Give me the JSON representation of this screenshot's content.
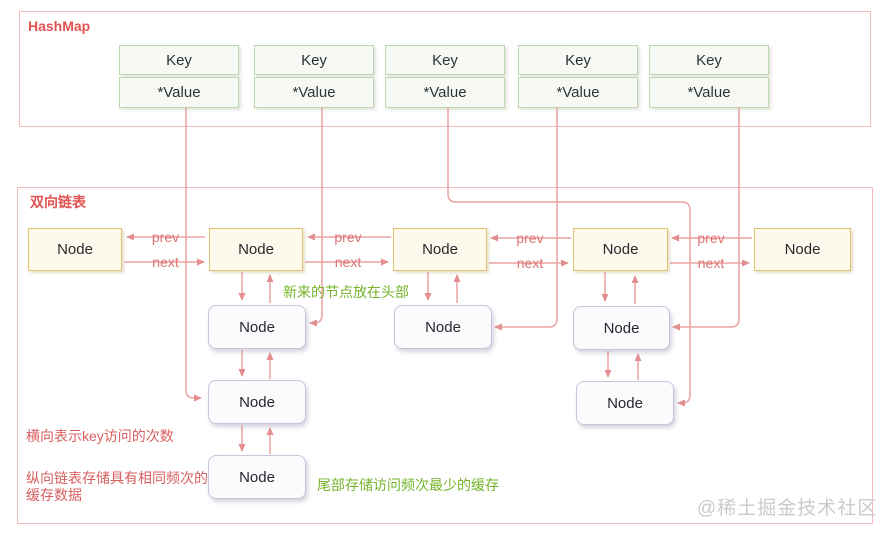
{
  "hashmap": {
    "title": "HashMap",
    "entries": [
      {
        "key": "Key",
        "value": "*Value"
      },
      {
        "key": "Key",
        "value": "*Value"
      },
      {
        "key": "Key",
        "value": "*Value"
      },
      {
        "key": "Key",
        "value": "*Value"
      },
      {
        "key": "Key",
        "value": "*Value"
      }
    ]
  },
  "linked_list": {
    "title": "双向链表",
    "edge_labels": {
      "prev": "prev",
      "next": "next"
    },
    "row_nodes": [
      {
        "label": "Node"
      },
      {
        "label": "Node"
      },
      {
        "label": "Node"
      },
      {
        "label": "Node"
      },
      {
        "label": "Node"
      }
    ],
    "chains": {
      "under_node_2": [
        {
          "label": "Node"
        },
        {
          "label": "Node"
        },
        {
          "label": "Node"
        }
      ],
      "under_node_3": [
        {
          "label": "Node"
        }
      ],
      "under_node_4": [
        {
          "label": "Node"
        },
        {
          "label": "Node"
        }
      ]
    }
  },
  "annotations": {
    "head_note": "新来的节点放在头部",
    "tail_note": "尾部存储访问频次最少的缓存",
    "horizontal_note": "横向表示key访问的次数",
    "vertical_note": "纵向链表存储具有相同频次的缓存数据"
  },
  "watermark": "@稀土掘金技术社区",
  "colors": {
    "container_border": "#f3b9b9",
    "title_red": "#e25353",
    "hash_cell_border": "#bcd9ad",
    "hash_cell_fill": "#f7faf4",
    "row_node_border": "#e2c36d",
    "row_node_fill": "#fdf9ec",
    "chain_node_border": "#c9c4da",
    "chain_node_fill": "#fbfafd",
    "arrow_line": "#eca3a3",
    "edge_label": "#dd7474",
    "annotation_red": "#d95f5f",
    "annotation_green": "#74b32a",
    "watermark_gray": "#cbcbcb"
  }
}
